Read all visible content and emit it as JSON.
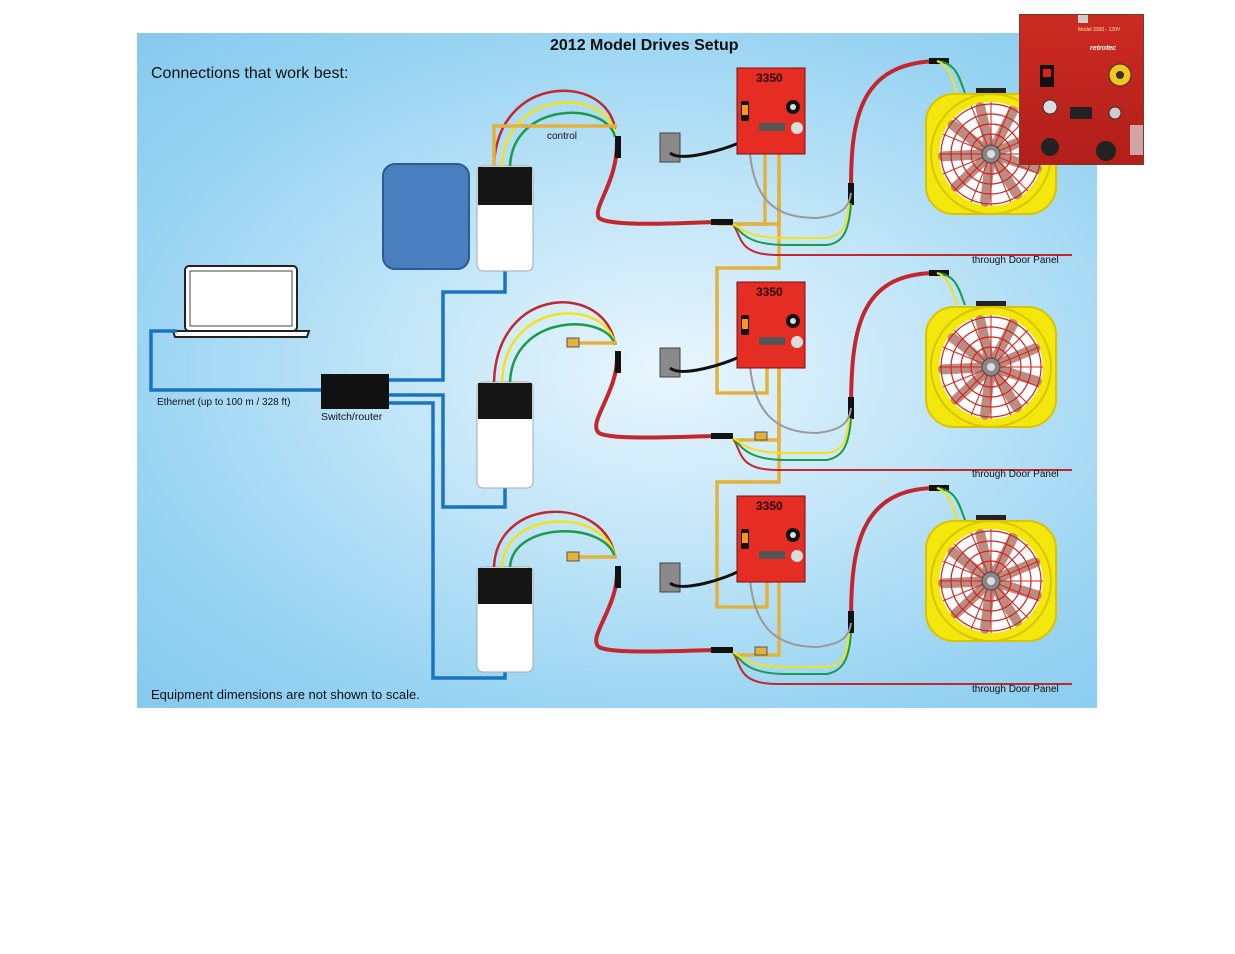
{
  "title": "2012 Model Drives Setup",
  "subtitle": "Connections that work best:",
  "footnote": "Equipment dimensions are not shown to scale.",
  "labels": {
    "control": "control",
    "ethernet": "Ethernet (up to 100 m / 328 ft)",
    "switch": "Switch/router",
    "door_panel": "through Door Panel"
  },
  "drives": [
    {
      "model": "3350"
    },
    {
      "model": "3350"
    },
    {
      "model": "3350"
    }
  ],
  "photo": {
    "model_text": "Model 3350 - 120V",
    "brand_text": "retrotec"
  },
  "colors": {
    "background": "#9fd6f3",
    "ethernet_cable": "#1a73c0",
    "control_tube": "#e3b23c",
    "power_cable": "#c4262e",
    "drive_body": "#e52d24",
    "fan_frame": "#f4e70c"
  }
}
